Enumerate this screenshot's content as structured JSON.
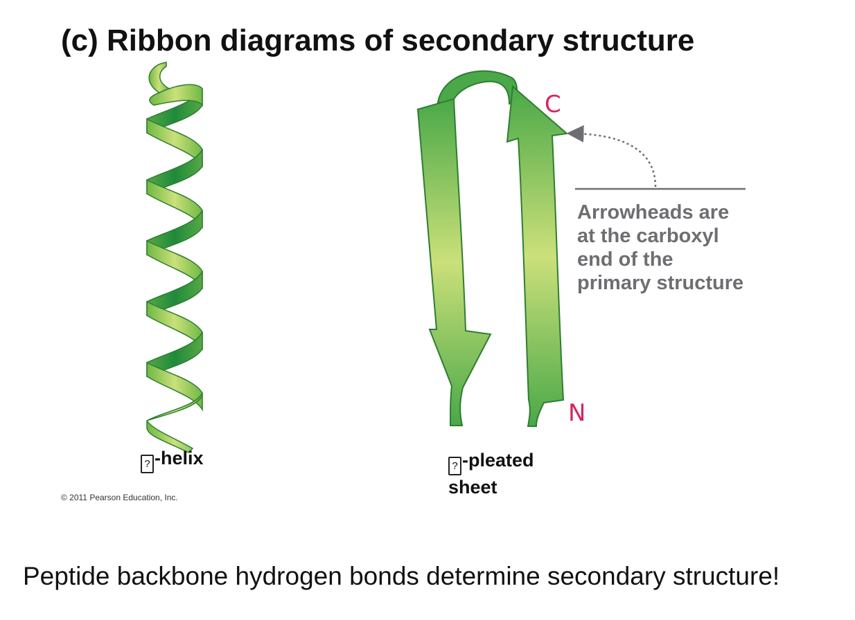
{
  "title": "(c) Ribbon diagrams of secondary structure",
  "helix": {
    "glyph": "?",
    "label": "-helix"
  },
  "sheet": {
    "glyph": "?",
    "label_line1": "-pleated",
    "label_line2": "sheet",
    "c_mark": "C",
    "n_mark": "N"
  },
  "annotation": {
    "lines": [
      "Arrowheads are",
      "at the carboxyl",
      "end of the",
      "primary structure"
    ]
  },
  "copyright": "© 2011 Pearson Education, Inc.",
  "caption": "Peptide backbone hydrogen bonds determine secondary structure!",
  "colors": {
    "ribbon_light": "#cbe07a",
    "ribbon_mid": "#8cc63f",
    "ribbon_dark": "#1f8a3a",
    "annotation_gray": "#6d6e71",
    "handwriting_red": "#d6245e"
  }
}
